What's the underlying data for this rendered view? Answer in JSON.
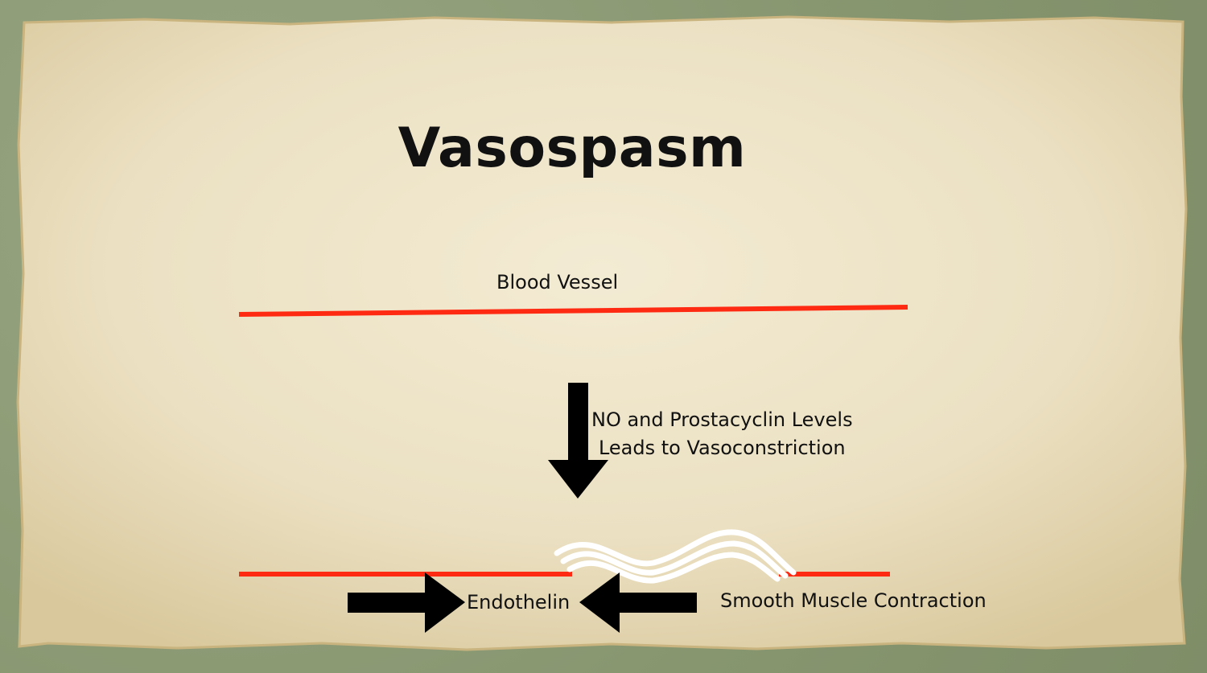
{
  "slide": {
    "title": "Vasospasm",
    "vessel_label": "Blood Vessel",
    "effect_line1": "NO and Prostacyclin Levels",
    "effect_line2": "Leads to Vasoconstriction",
    "endothelin_label": "Endothelin",
    "smooth_muscle_label": "Smooth Muscle Contraction"
  },
  "colors": {
    "background": "#8e9c78",
    "paper": "#efe6cc",
    "vessel": "#ff2a12",
    "arrow": "#000000",
    "muscle": "#ffffff",
    "text": "#111111"
  },
  "icons": {
    "down_arrow": "arrow-down-icon",
    "right_arrow": "arrow-right-icon",
    "left_arrow": "arrow-left-icon"
  }
}
